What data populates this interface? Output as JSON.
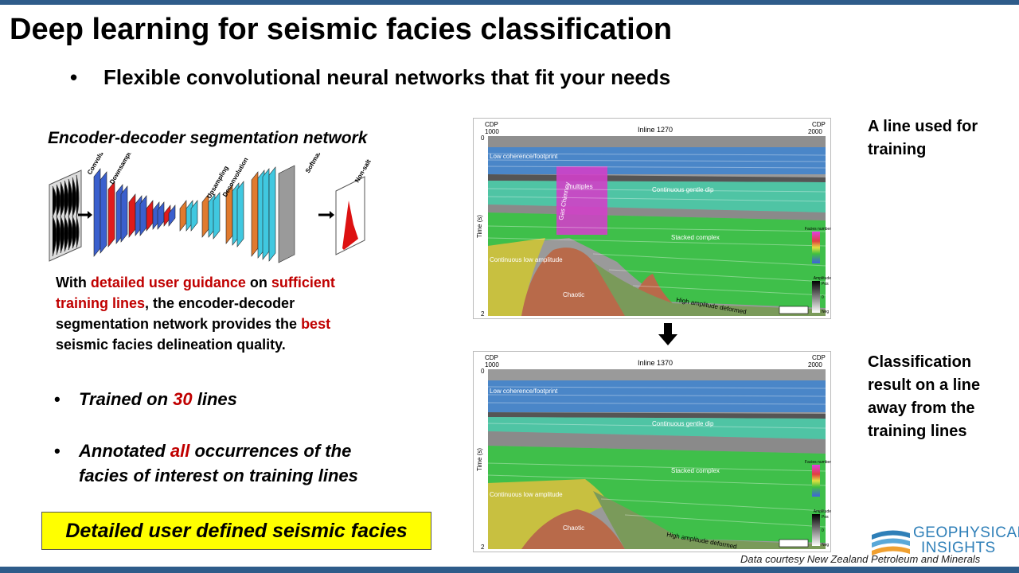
{
  "slide": {
    "title": "Deep learning for seismic facies classification",
    "bullet_top": "Flexible convolutional neural networks that fit your needs",
    "bullet_char": "•"
  },
  "network": {
    "title": "Encoder-decoder segmentation network",
    "labels": [
      "Convolution",
      "Downsampling",
      "Upsampling",
      "Deconvolution",
      "Softmax",
      "Non-salt"
    ],
    "colors": {
      "conv": "#3a5fcd",
      "down": "#e01b1b",
      "up": "#e07a2e",
      "deconv": "#40c8e0",
      "softmax": "#9a9a9a"
    }
  },
  "description": {
    "p1": "With ",
    "r1": "detailed user guidance",
    "p2": " on ",
    "r2": "sufficient training lines",
    "p3": ", the encoder-decoder segmentation network provides the ",
    "r3": "best",
    "p4": " seismic facies delineation quality."
  },
  "bullets": {
    "b1_pre": "Trained on ",
    "b1_num": "30",
    "b1_post": " lines",
    "b2_pre": "Annotated ",
    "b2_red": "all",
    "b2_post": " occurrences of the facies of interest on training lines"
  },
  "highlight": "Detailed user defined seismic facies",
  "panels": [
    {
      "cdp_left": "CDP",
      "cdp_left_num": "1000",
      "cdp_right": "CDP",
      "cdp_right_num": "2000",
      "inline": "Inline 1270",
      "y_axis": "Time (s)",
      "y_top": "0",
      "y_bottom": "2",
      "facies": [
        "Low coherence/footprint",
        "multiples",
        "Continuous gentle dip",
        "Gas Chimney",
        "Stacked complex",
        "Continuous low amplitude",
        "Chaotic",
        "High amplitude deformed"
      ],
      "legend_facies": "Facies number",
      "legend_amp": "Amplitude",
      "legend_pos": "Pos",
      "legend_zero": "0",
      "legend_neg": "Neg",
      "side_text": "A line used for training"
    },
    {
      "cdp_left": "CDP",
      "cdp_left_num": "1000",
      "cdp_right": "CDP",
      "cdp_right_num": "2000",
      "inline": "Inline 1370",
      "y_axis": "Time (s)",
      "y_top": "0",
      "y_bottom": "2",
      "facies": [
        "Low coherence/footprint",
        "Continuous gentle dip",
        "Stacked complex",
        "Continuous low amplitude",
        "Chaotic",
        "High amplitude deformed"
      ],
      "legend_facies": "Facies number",
      "legend_amp": "Amplitude",
      "legend_pos": "Pos",
      "legend_zero": "0",
      "legend_neg": "Neg",
      "side_text": "Classification result on a line away from the training lines"
    }
  ],
  "logo": {
    "line1": "GEOPHYSICAL",
    "line2": "INSIGHTS"
  },
  "credit": "Data courtesy New Zealand Petroleum and Minerals",
  "colors": {
    "accent_bar": "#2e5c8a",
    "red_text": "#c00000",
    "highlight": "#ffff00",
    "facies_blue": "#4a86c8",
    "facies_teal": "#4fc4a4",
    "facies_green": "#3fbf4a",
    "facies_magenta": "#d040c8",
    "facies_brown": "#b86a4a",
    "facies_yellow": "#c8c040"
  }
}
